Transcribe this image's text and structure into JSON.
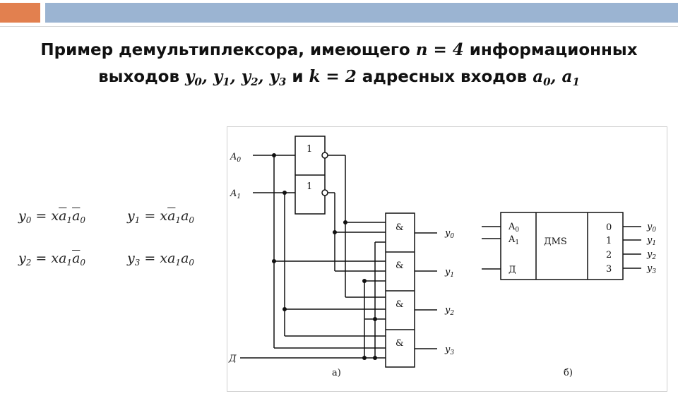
{
  "slide": {
    "title_line1_prefix": "Пример демультиплексора, имеющего ",
    "title_n": "n = 4",
    "title_line1_suffix": " информационных",
    "title_line2_prefix": "выходов ",
    "title_line2_mid": " и ",
    "title_k": "k = 2",
    "title_line2_suffix": " адресных входов "
  },
  "formulas": [
    {
      "lhs": "y0",
      "rhs": "x·ā1·ā0"
    },
    {
      "lhs": "y1",
      "rhs": "x·ā1·a0"
    },
    {
      "lhs": "y2",
      "rhs": "x·a1·ā0"
    },
    {
      "lhs": "y3",
      "rhs": "x·a1·a0"
    }
  ],
  "circuit_a": {
    "caption": "а)",
    "inputs": [
      "A0",
      "A1",
      "Д"
    ],
    "not_gate_label": "1",
    "and_gate_label": "&",
    "outputs": [
      "y0",
      "y1",
      "y2",
      "y3"
    ]
  },
  "circuit_b": {
    "caption": "б)",
    "block_label": "ДМS",
    "inputs": [
      "A0",
      "A1",
      "Д"
    ],
    "output_numbers": [
      "0",
      "1",
      "2",
      "3"
    ],
    "outputs": [
      "y0",
      "y1",
      "y2",
      "y3"
    ]
  },
  "colors": {
    "accent": "#e2804f",
    "bar": "#9bb4d2",
    "ink": "#111111"
  }
}
